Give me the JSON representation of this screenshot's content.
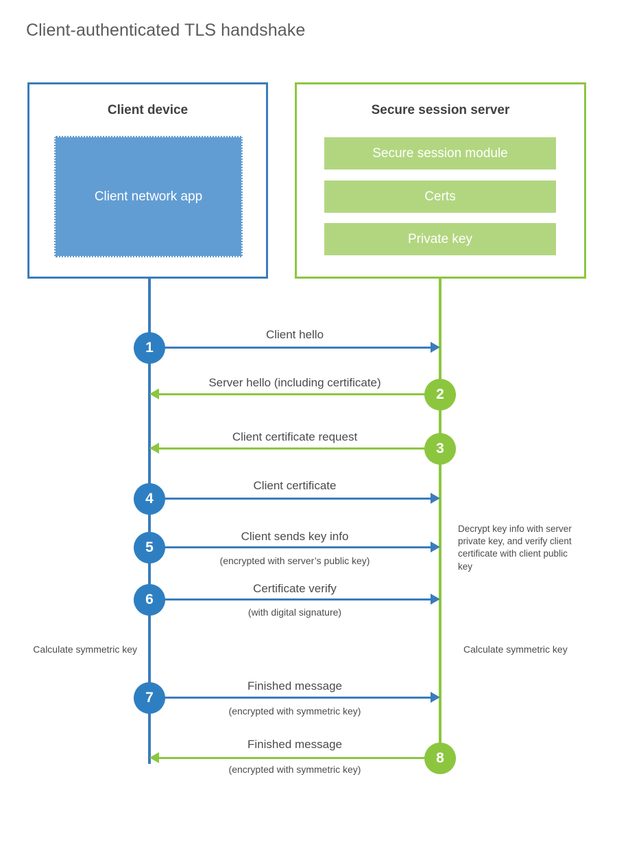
{
  "title": "Client-authenticated TLS handshake",
  "colors": {
    "client_blue": "#3a7cbd",
    "client_badge_blue": "#2e7fc2",
    "client_app_fill": "#619dd3",
    "server_green": "#8cc63f",
    "server_bar_fill": "#b2d680",
    "text_gray": "#4a4b4d",
    "title_gray": "#5a5b5d",
    "heading_gray": "#414042",
    "background": "#ffffff"
  },
  "client": {
    "title": "Client device",
    "app_label": "Client network app"
  },
  "server": {
    "title": "Secure session server",
    "bars": [
      {
        "label": "Secure session module"
      },
      {
        "label": "Certs"
      },
      {
        "label": "Private key"
      }
    ]
  },
  "steps": [
    {
      "number": "1",
      "label": "Client hello",
      "sublabel": "",
      "direction": "client-to-server",
      "color": "blue"
    },
    {
      "number": "2",
      "label": "Server hello (including certificate)",
      "sublabel": "",
      "direction": "server-to-client",
      "color": "green"
    },
    {
      "number": "3",
      "label": "Client certificate request",
      "sublabel": "",
      "direction": "server-to-client",
      "color": "green"
    },
    {
      "number": "4",
      "label": "Client certificate",
      "sublabel": "",
      "direction": "client-to-server",
      "color": "blue"
    },
    {
      "number": "5",
      "label": "Client sends key info",
      "sublabel": "(encrypted with server’s public key)",
      "direction": "client-to-server",
      "color": "blue"
    },
    {
      "number": "6",
      "label": "Certificate verify",
      "sublabel": "(with digital signature)",
      "direction": "client-to-server",
      "color": "blue"
    },
    {
      "number": "7",
      "label": "Finished message",
      "sublabel": "(encrypted with symmetric key)",
      "direction": "client-to-server",
      "color": "blue"
    },
    {
      "number": "8",
      "label": "Finished message",
      "sublabel": "(encrypted with symmetric key)",
      "direction": "server-to-client",
      "color": "green"
    }
  ],
  "notes": {
    "server_decrypt": "Decrypt key info with server private key, and verify client certificate with client public key",
    "client_calculate": "Calculate symmetric key",
    "server_calculate": "Calculate symmetric key"
  },
  "chart_data": {
    "type": "table",
    "title": "Client-authenticated TLS handshake",
    "participants": [
      "Client device",
      "Secure session server"
    ],
    "messages": [
      {
        "seq": 1,
        "from": "Client device",
        "to": "Secure session server",
        "text": "Client hello"
      },
      {
        "seq": 2,
        "from": "Secure session server",
        "to": "Client device",
        "text": "Server hello (including certificate)"
      },
      {
        "seq": 3,
        "from": "Secure session server",
        "to": "Client device",
        "text": "Client certificate request"
      },
      {
        "seq": 4,
        "from": "Client device",
        "to": "Secure session server",
        "text": "Client certificate"
      },
      {
        "seq": 5,
        "from": "Client device",
        "to": "Secure session server",
        "text": "Client sends key info (encrypted with server’s public key)"
      },
      {
        "seq": 6,
        "from": "Client device",
        "to": "Secure session server",
        "text": "Certificate verify (with digital signature)"
      },
      {
        "seq": 7,
        "from": "Client device",
        "to": "Secure session server",
        "text": "Finished message (encrypted with symmetric key)"
      },
      {
        "seq": 8,
        "from": "Secure session server",
        "to": "Client device",
        "text": "Finished message (encrypted with symmetric key)"
      }
    ]
  }
}
